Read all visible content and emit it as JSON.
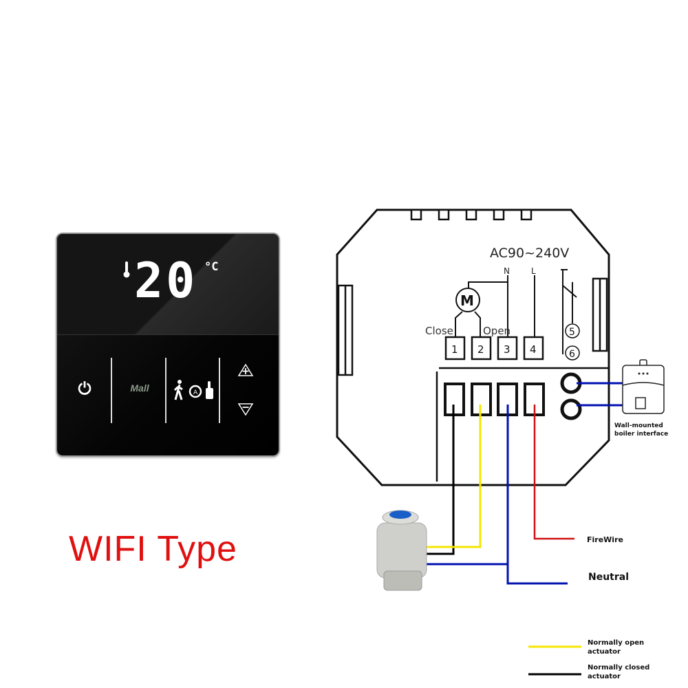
{
  "thermostat": {
    "temperature": "20",
    "unit": "°C",
    "mode_label": "Mall",
    "buttons": [
      "power",
      "mode",
      "auto-manual",
      "up",
      "down"
    ],
    "icons": {
      "power": "⏻",
      "up": "+",
      "down": "−",
      "thermometer": "🌡"
    }
  },
  "title": "WIFI Type",
  "diagram": {
    "voltage": "AC90~240V",
    "neutral_label": "N",
    "live_label": "L",
    "motor_label": "M",
    "close_label": "Close",
    "open_label": "Open",
    "terminals": [
      "1",
      "2",
      "3",
      "4"
    ],
    "relay_terminals": [
      "5",
      "6"
    ],
    "boiler_label_1": "Wall-mounted",
    "boiler_label_2": "boiler interface",
    "firewire_label": "FireWire",
    "neutral_wire_label": "Neutral",
    "colors": {
      "black": "#000000",
      "yellow": "#f5e600",
      "blue": "#0010b0",
      "red": "#d01010"
    }
  },
  "legend": [
    {
      "label_1": "Normally open",
      "label_2": "actuator",
      "color": "#f5e600"
    },
    {
      "label_1": "Normally closed",
      "label_2": "actuator",
      "color": "#000000"
    }
  ]
}
